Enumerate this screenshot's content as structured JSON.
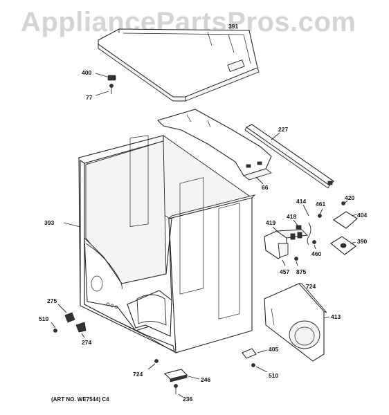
{
  "watermark": "AppliancePartsPros.com",
  "art_number": "(ART NO. WE7544) C4",
  "callouts": [
    {
      "id": "c391",
      "label": "391"
    },
    {
      "id": "c400",
      "label": "400"
    },
    {
      "id": "c77",
      "label": "77"
    },
    {
      "id": "c227",
      "label": "227"
    },
    {
      "id": "c66",
      "label": "66"
    },
    {
      "id": "c393",
      "label": "393"
    },
    {
      "id": "c414",
      "label": "414"
    },
    {
      "id": "c461",
      "label": "461"
    },
    {
      "id": "c420",
      "label": "420"
    },
    {
      "id": "c404",
      "label": "404"
    },
    {
      "id": "c418",
      "label": "418"
    },
    {
      "id": "c419",
      "label": "419"
    },
    {
      "id": "c390",
      "label": "390"
    },
    {
      "id": "c460",
      "label": "460"
    },
    {
      "id": "c457",
      "label": "457"
    },
    {
      "id": "c875",
      "label": "875"
    },
    {
      "id": "c724a",
      "label": "724"
    },
    {
      "id": "c275",
      "label": "275"
    },
    {
      "id": "c510a",
      "label": "510"
    },
    {
      "id": "c274",
      "label": "274"
    },
    {
      "id": "c413",
      "label": "413"
    },
    {
      "id": "c405",
      "label": "405"
    },
    {
      "id": "c510b",
      "label": "510"
    },
    {
      "id": "c724b",
      "label": "724"
    },
    {
      "id": "c246",
      "label": "246"
    },
    {
      "id": "c236",
      "label": "236"
    }
  ]
}
